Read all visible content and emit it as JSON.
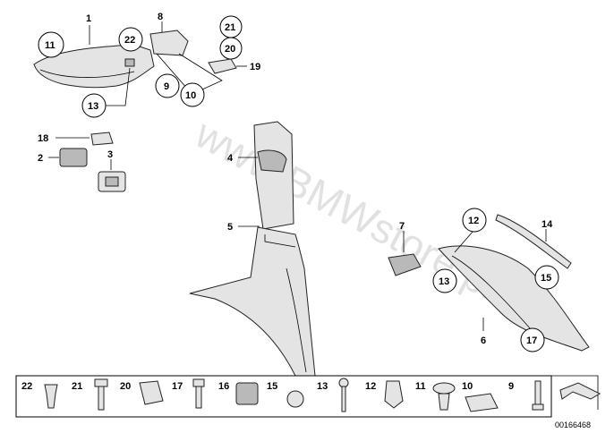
{
  "watermark": "www.BMWstore.pl",
  "diagram_code": "00166468",
  "callouts": {
    "c1": "1",
    "c8": "8",
    "c11": "11",
    "c22": "22",
    "c21": "21",
    "c20": "20",
    "c19": "19",
    "c9": "9",
    "c10": "10",
    "c13a": "13",
    "c18": "18",
    "c2": "2",
    "c3": "3",
    "c4": "4",
    "c5": "5",
    "c7": "7",
    "c12": "12",
    "c14": "14",
    "c13b": "13",
    "c15": "15",
    "c6": "6",
    "c17": "17"
  },
  "strip": [
    "22",
    "21",
    "20",
    "17",
    "16",
    "15",
    "13",
    "12",
    "11",
    "10",
    "9"
  ]
}
